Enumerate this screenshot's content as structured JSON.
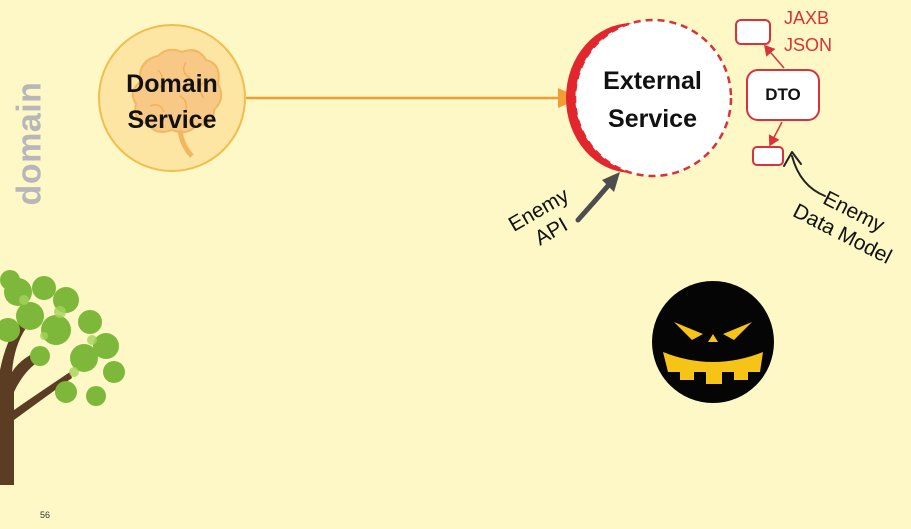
{
  "side_label": "domain",
  "domain_service": {
    "line1": "Domain",
    "line2": "Service"
  },
  "external_service": {
    "line1": "External",
    "line2": "Service"
  },
  "dto": {
    "label": "DTO"
  },
  "formats": {
    "line1": "JAXB",
    "line2": "JSON"
  },
  "enemy_api": {
    "line1": "Enemy",
    "line2": "API"
  },
  "enemy_data_model": {
    "line1": "Enemy",
    "line2": "Data Model"
  },
  "page_number": "56",
  "icons": [
    "brain-icon",
    "tree-icon",
    "jack-o-lantern-icon"
  ],
  "colors": {
    "background": "#fdf8c6",
    "accent_red": "#d8323b",
    "arrow_orange": "#f39c34",
    "domain_fill": "#fde6a4",
    "side_label": "#b7b7bb"
  }
}
